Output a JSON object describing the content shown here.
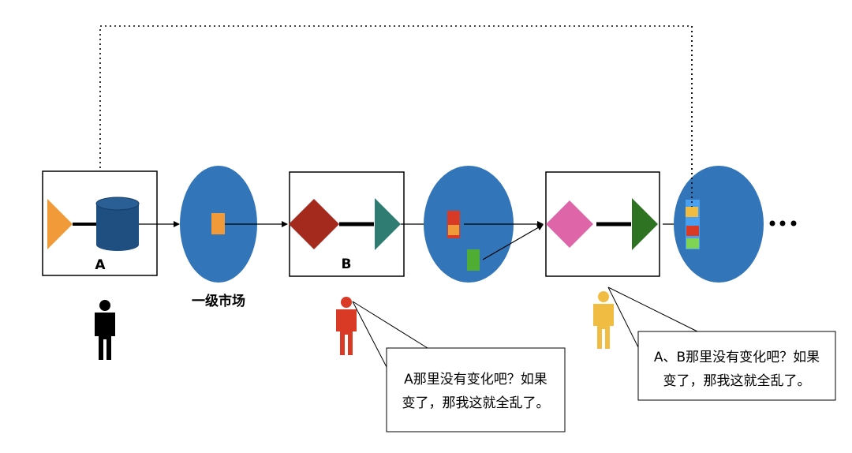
{
  "labels": {
    "box_a": "A",
    "box_b": "B",
    "primary_market": "一级市场",
    "ellipsis": "..."
  },
  "callouts": [
    {
      "lines": [
        "A那里没有变化吧？如果",
        "变了，那我这就全乱了。"
      ]
    },
    {
      "lines": [
        "A、B那里没有变化吧？如果",
        "变了，那我这就全乱了。"
      ]
    }
  ],
  "colors": {
    "market_blue": "#3375b9",
    "cylinder": "#1f4e80",
    "orange": "#f09a3a",
    "dark_red": "#a52a1e",
    "teal": "#2f7d72",
    "pink": "#de66a8",
    "dark_green": "#2e7321",
    "red": "#d93a26",
    "green": "#4fad33",
    "yellow": "#f0bd42",
    "light_blue": "#4aa0f0",
    "light_green": "#7fd456",
    "person_black": "#000000",
    "person_red": "#d93a26",
    "person_yellow": "#f0bd42"
  }
}
